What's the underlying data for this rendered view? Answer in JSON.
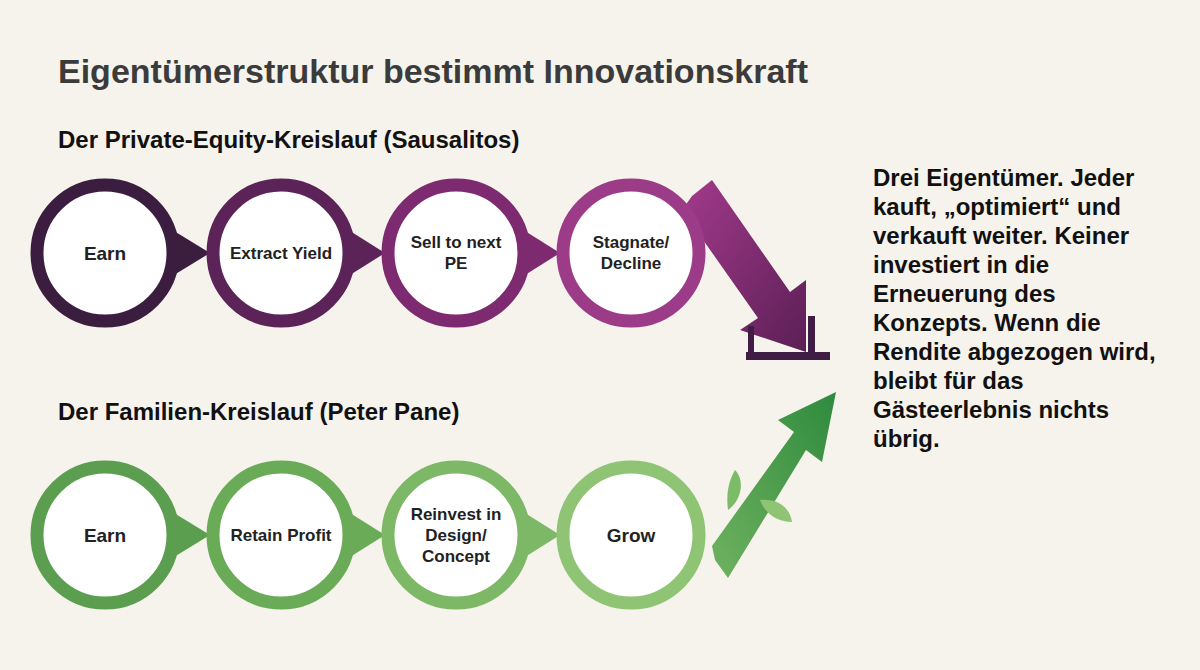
{
  "diagram": {
    "title": "Eigentümerstruktur bestimmt Innovationskraft",
    "nodes": [
      {
        "text": [
          "Earn"
        ]
      },
      {
        "text": [
          "Extract Yield"
        ]
      },
      {
        "text": [
          "Sell to next PE"
        ]
      },
      {
        "text": [
          "Stagnate/ Decline"
        ]
      },
      {
        "text": [
          "Earn"
        ]
      },
      {
        "text": [
          "Retain Profit"
        ]
      },
      {
        "text": [
          "Reinvest in Design/ Concept"
        ]
      },
      {
        "text": [
          "Grow"
        ]
      }
    ],
    "edges": [
      {
        "from": 0,
        "to": 1,
        "arrow": "to"
      },
      {
        "from": 1,
        "to": 2,
        "arrow": "to"
      },
      {
        "from": 2,
        "to": 3,
        "arrow": "to"
      },
      {
        "from": 4,
        "to": 5,
        "arrow": "to"
      },
      {
        "from": 5,
        "to": 6,
        "arrow": "to"
      },
      {
        "from": 6,
        "to": 7,
        "arrow": "to"
      }
    ],
    "labels": [
      "Der Private-Equity-Kreislauf (Sausalitos)",
      "Der Familien-Kreislauf (Peter Pane)",
      "Drei Eigentümer. Jeder kauft, „optimiert“ und verkauft weiter. Keiner investiert in die Erneuerung des Konzepts. Wenn die Rendite abgezogen wird, bleibt für das Gästeerlebnis nichts übrig."
    ]
  }
}
